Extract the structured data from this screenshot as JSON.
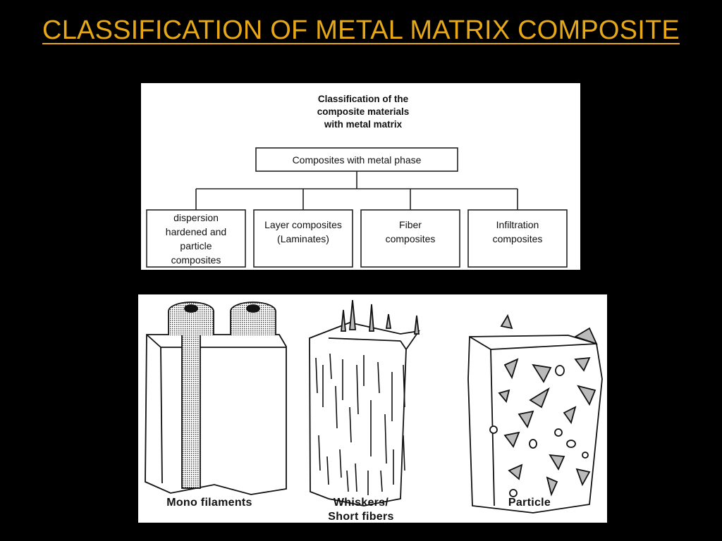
{
  "slide": {
    "title": "CLASSIFICATION OF METAL MATRIX COMPOSITE",
    "title_color": "#e6a817",
    "background": "#000000"
  },
  "chart": {
    "heading_lines": [
      "Classification of the",
      "composite materials",
      "with metal matrix"
    ],
    "root_label": "Composites with metal phase",
    "categories": [
      {
        "lines": [
          "dispersion",
          "hardened and",
          "particle",
          "composites"
        ]
      },
      {
        "lines": [
          "Layer composites",
          "(Laminates)"
        ]
      },
      {
        "lines": [
          "Fiber",
          "composites"
        ]
      },
      {
        "lines": [
          "Infiltration",
          "composites"
        ]
      }
    ]
  },
  "figures": {
    "mono_filaments": {
      "caption_lines": [
        "Mono filaments"
      ]
    },
    "whiskers": {
      "caption_lines": [
        "Whiskers/",
        "Short fibers"
      ]
    },
    "particle": {
      "caption_lines": [
        "Particle"
      ]
    }
  }
}
